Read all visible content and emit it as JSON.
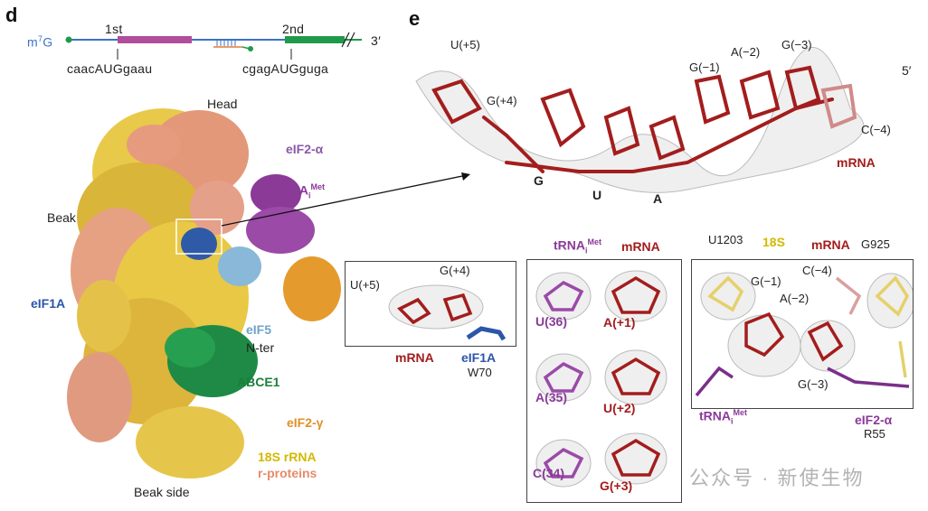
{
  "panel_d": {
    "letter": "d",
    "cap": "m",
    "cap_sup": "7",
    "cap_end": "G",
    "end3": "3′",
    "codon1": "1st",
    "codon2": "2nd",
    "seq1": "caacAUGgaau",
    "seq2": "cgagAUGguga",
    "head": "Head",
    "beak": "Beak",
    "beak_side": "Beak side",
    "eif2a": "eIF2-α",
    "trna": "tRNA",
    "trna_sub": "i",
    "trna_sup": "Met",
    "eif1a": "eIF1A",
    "eif5": "eIF5",
    "nter": "N-ter",
    "abce1": "ABCE1",
    "eif2g": "eIF2-γ",
    "rrna": "18S rRNA",
    "rprot": "r-proteins"
  },
  "panel_e": {
    "letter": "e",
    "top": {
      "u5": "U(+5)",
      "g4": "G(+4)",
      "gm1": "G(−1)",
      "am2": "A(−2)",
      "gm3": "G(−3)",
      "cm4": "C(−4)",
      "end5": "5′",
      "mrna": "mRNA",
      "g": "G",
      "u": "U",
      "a": "A"
    },
    "box1": {
      "u5": "U(+5)",
      "g4": "G(+4)",
      "mrna": "mRNA",
      "eif1a": "eIF1A",
      "w70": "W70"
    },
    "box2": {
      "trna": "tRNA",
      "trna_sub": "i",
      "trna_sup": "Met",
      "mrna": "mRNA",
      "u36": "U(36)",
      "a35": "A(35)",
      "c34": "C(34)",
      "ap1": "A(+1)",
      "up2": "U(+2)",
      "gp3": "G(+3)"
    },
    "box3": {
      "u1203": "U1203",
      "s18": "18S",
      "mrna": "mRNA",
      "g925": "G925",
      "gm1": "G(−1)",
      "cm4": "C(−4)",
      "am2": "A(−2)",
      "gm3": "G(−3)",
      "trna": "tRNA",
      "trna_sub": "i",
      "trna_sup": "Met",
      "eif2a": "eIF2-α",
      "r55": "R55"
    }
  },
  "watermark": "公众号 · 新使生物",
  "colors": {
    "mrna": "#a31d1d",
    "trna": "#8a3a9a",
    "eif1a": "#2c56a8",
    "eif5": "#6fa3c9",
    "abce1": "#1b7f3c",
    "eif2g": "#e0902a",
    "rrna": "#e2c400",
    "rprot": "#e88a6a"
  }
}
